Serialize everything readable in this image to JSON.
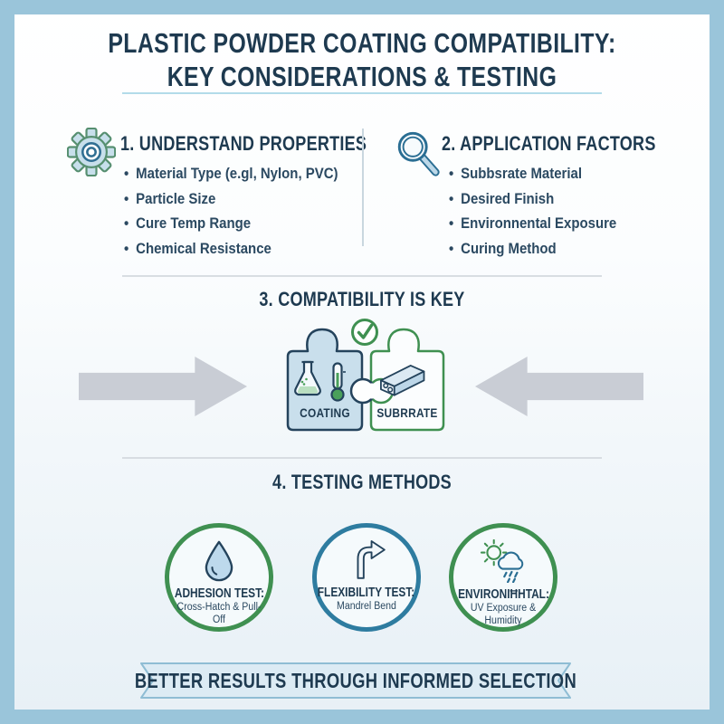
{
  "title": {
    "line1": "PLASTIC POWDER COATING COMPATIBILITY:",
    "line2": "KEY CONSIDERATIONS & TESTING"
  },
  "sections": {
    "properties": {
      "heading": "1. UNDERSTAND PROPERTIES",
      "icon": "gear-icon",
      "bullets": [
        "Material Type (e.gl, Nylon, PVC)",
        "Particle Size",
        "Cure Temp Range",
        "Chemical Resistance"
      ]
    },
    "application": {
      "heading": "2. APPLICATION FACTORS",
      "icon": "magnifier-icon",
      "bullets": [
        "Subbsrate Material",
        "Desired Finish",
        "Environnental Exposure",
        "Curing Method"
      ]
    },
    "compatibility": {
      "heading": "3. COMPATIBILITY IS KEY",
      "check_icon": "check-icon",
      "pieces": [
        {
          "label": "COATING",
          "icons": [
            "flask-icon",
            "thermometer-icon"
          ]
        },
        {
          "label": "SUBRRATE",
          "icons": [
            "beam-icon"
          ]
        }
      ]
    },
    "testing": {
      "heading": "4. TESTING METHODS",
      "methods": [
        {
          "title": "ADHESION TEST:",
          "subtitle": "Cross-Hatch & Pull-Off",
          "icon": "droplet-icon",
          "ring_color": "#3f9051"
        },
        {
          "title": "FLEXIBILITY TEST:",
          "subtitle": "Mandrel Bend",
          "icon": "curved-arrow-icon",
          "ring_color": "#2e7ca0"
        },
        {
          "title": "ENVIRONIĦHTAL:",
          "subtitle": "UV Exposure & Humidity",
          "icon": "sun-cloud-rain-icon",
          "ring_color": "#3f9051"
        }
      ]
    }
  },
  "banner": {
    "text": "BETTER RESULTS THROUGH INFORMED SELECTION"
  },
  "colors": {
    "navy": "#1e3a50",
    "green": "#3f9051",
    "blue": "#2a6e93",
    "frame_blue": "#9ac5da",
    "arrow_gray": "#c9cdd5",
    "ribbon_fill": "#dcebf4",
    "ribbon_border": "#8fbdd4",
    "piece_fill_blue": "#c9dfec",
    "icon_fill_blue": "#bdd9ec"
  }
}
